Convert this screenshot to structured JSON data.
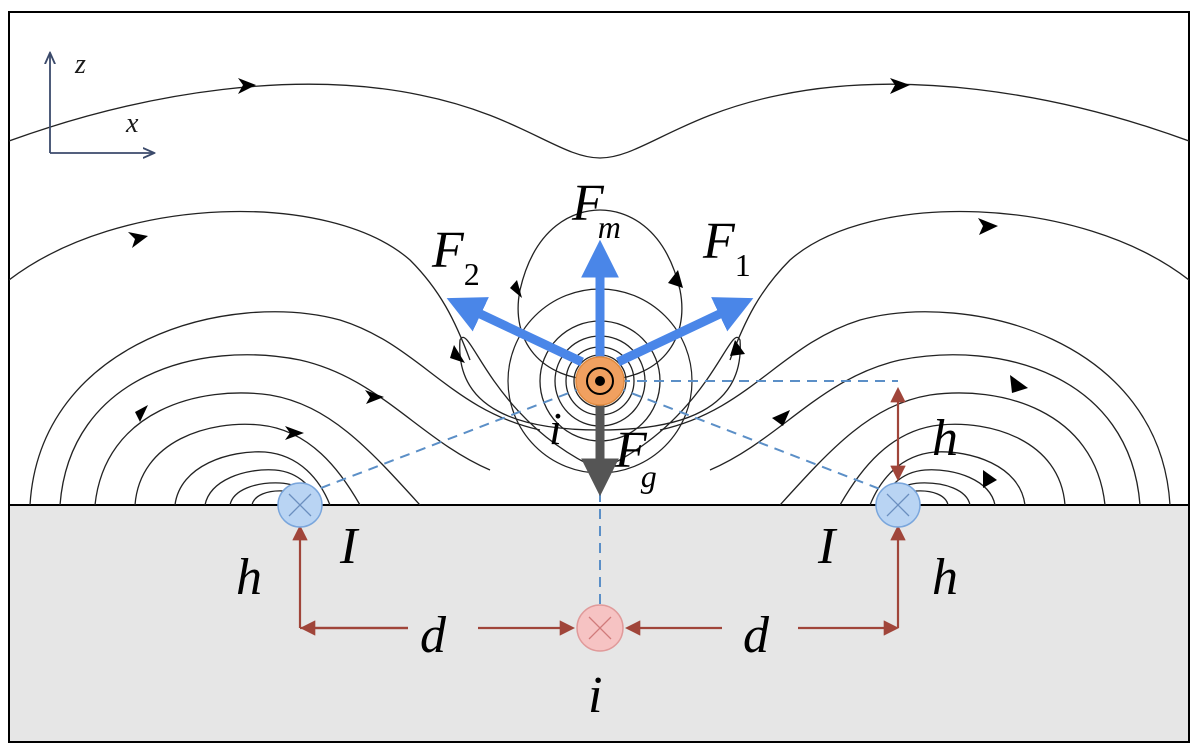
{
  "axes": {
    "z_label": "z",
    "x_label": "x"
  },
  "forces": {
    "fm": {
      "main": "F",
      "sub": "m"
    },
    "f1": {
      "main": "F",
      "sub": "1"
    },
    "f2": {
      "main": "F",
      "sub": "2"
    },
    "fg": {
      "main": "F",
      "sub": "g"
    }
  },
  "conductors": {
    "upper_current": "i",
    "left_current": "I",
    "right_current": "I",
    "image_current": "i"
  },
  "dimensions": {
    "h_upper_right": "h",
    "h_lower_left": "h",
    "h_lower_right": "h",
    "d_left": "d",
    "d_right": "d"
  },
  "colors": {
    "force_blue": "#4a86e8",
    "gravity_gray": "#555555",
    "dimension_red": "#a0453a",
    "dashed_blue": "#5b8fc7",
    "ground_fill": "#e6e6e6",
    "upper_conductor": "#f0a060",
    "side_conductor": "#b9d4f3",
    "image_conductor": "#f6c3c3"
  }
}
